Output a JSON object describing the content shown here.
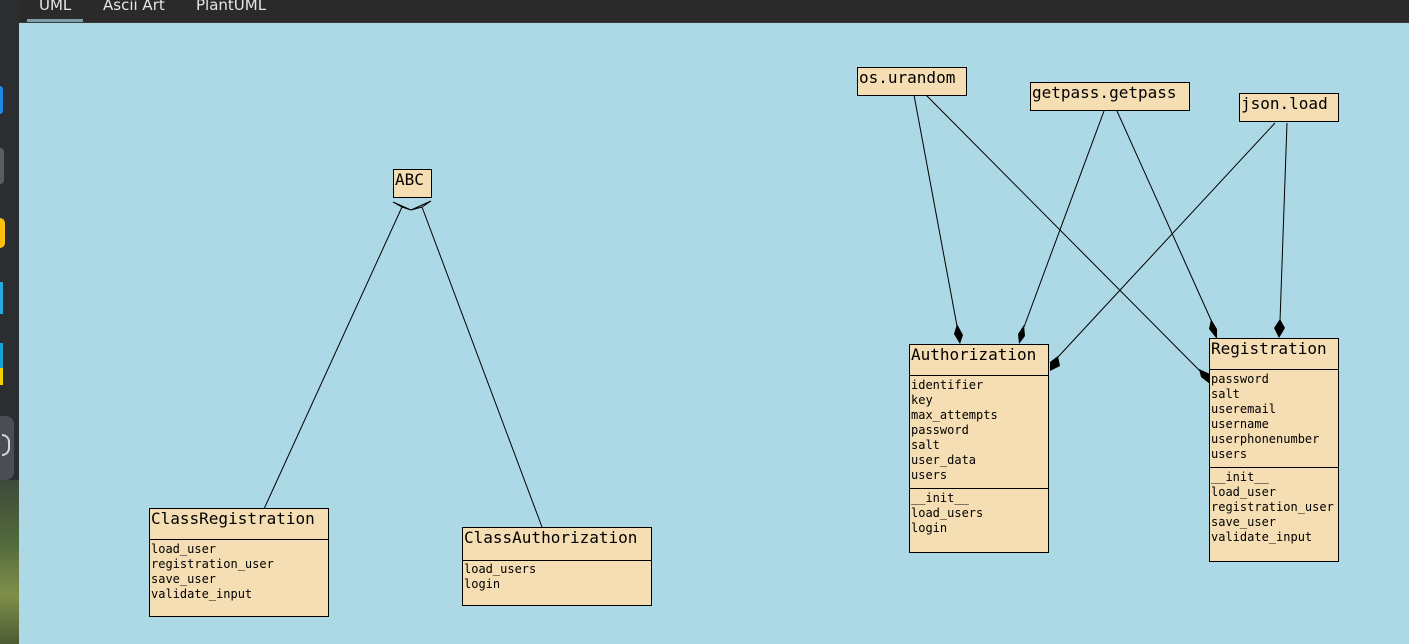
{
  "tabs": [
    "UML",
    "Ascii Art",
    "PlantUML"
  ],
  "diagram": {
    "classes": {
      "abc": {
        "name": "ABC"
      },
      "os_urandom": {
        "name": "os.urandom"
      },
      "getpass": {
        "name": "getpass.getpass"
      },
      "json_load": {
        "name": "json.load"
      },
      "class_registration": {
        "name": "ClassRegistration",
        "methods": [
          "load_user",
          "registration_user",
          "save_user",
          "validate_input"
        ]
      },
      "class_authorization": {
        "name": "ClassAuthorization",
        "methods": [
          "load_users",
          "login"
        ]
      },
      "authorization": {
        "name": "Authorization",
        "attributes": [
          "identifier",
          "key",
          "max_attempts",
          "password",
          "salt",
          "user_data",
          "users"
        ],
        "methods": [
          "__init__",
          "load_users",
          "login"
        ]
      },
      "registration": {
        "name": "Registration",
        "attributes": [
          "password",
          "salt",
          "useremail",
          "username",
          "userphonenumber",
          "users"
        ],
        "methods": [
          "__init__",
          "load_user",
          "registration_user",
          "save_user",
          "validate_input"
        ]
      }
    }
  },
  "colors": {
    "canvas": "#add8e6",
    "box_fill": "#f5deb3",
    "tabbar": "#2a2a2a"
  }
}
